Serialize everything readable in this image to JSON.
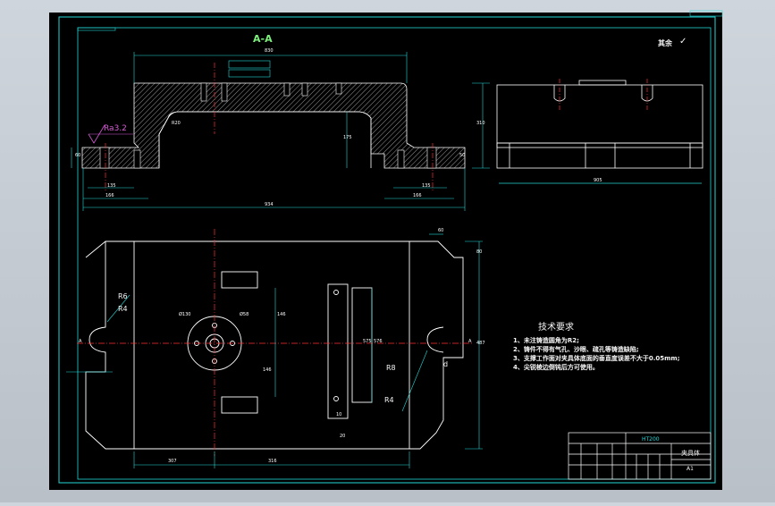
{
  "section_title": "A-A",
  "roughness_general": "其余",
  "roughness_callout": "Ra3.2",
  "tech_requirements": {
    "title": "技术要求",
    "items": [
      "1、未注铸造圆角为R2;",
      "2、铸件不得有气孔、沙眼、疏孔等铸造缺陷;",
      "3、支撑工作面对夹具体底面的垂直度误差不大于0.05mm;",
      "4、尖锐棱边倒钝后方可使用。"
    ]
  },
  "title_block": {
    "drawing_no": "HT200",
    "part_name": "夹具体",
    "sheet": "A1"
  },
  "dims": {
    "d_830": "830",
    "d_934": "934",
    "d_166a": "166",
    "d_166b": "166",
    "d_135a": "135",
    "d_135b": "135",
    "d_r20": "R20",
    "d_310": "310",
    "d_50": "50",
    "d_60": "60",
    "d_175": "175",
    "d_905": "905",
    "d_130": "Ø130",
    "d_58": "Ø58",
    "d_146a": "146",
    "d_146b": "146",
    "d_r6": "R6",
    "d_r4": "R4",
    "d_r8": "R8",
    "d_r4b": "R4",
    "d_d": "d",
    "d_60b": "60",
    "d_80": "80",
    "d_487": "487",
    "d_307": "307",
    "d_316": "316",
    "d_575": "575",
    "d_576": "576",
    "d_10": "10",
    "d_20": "20",
    "label_a1": "A",
    "label_a2": "A"
  }
}
